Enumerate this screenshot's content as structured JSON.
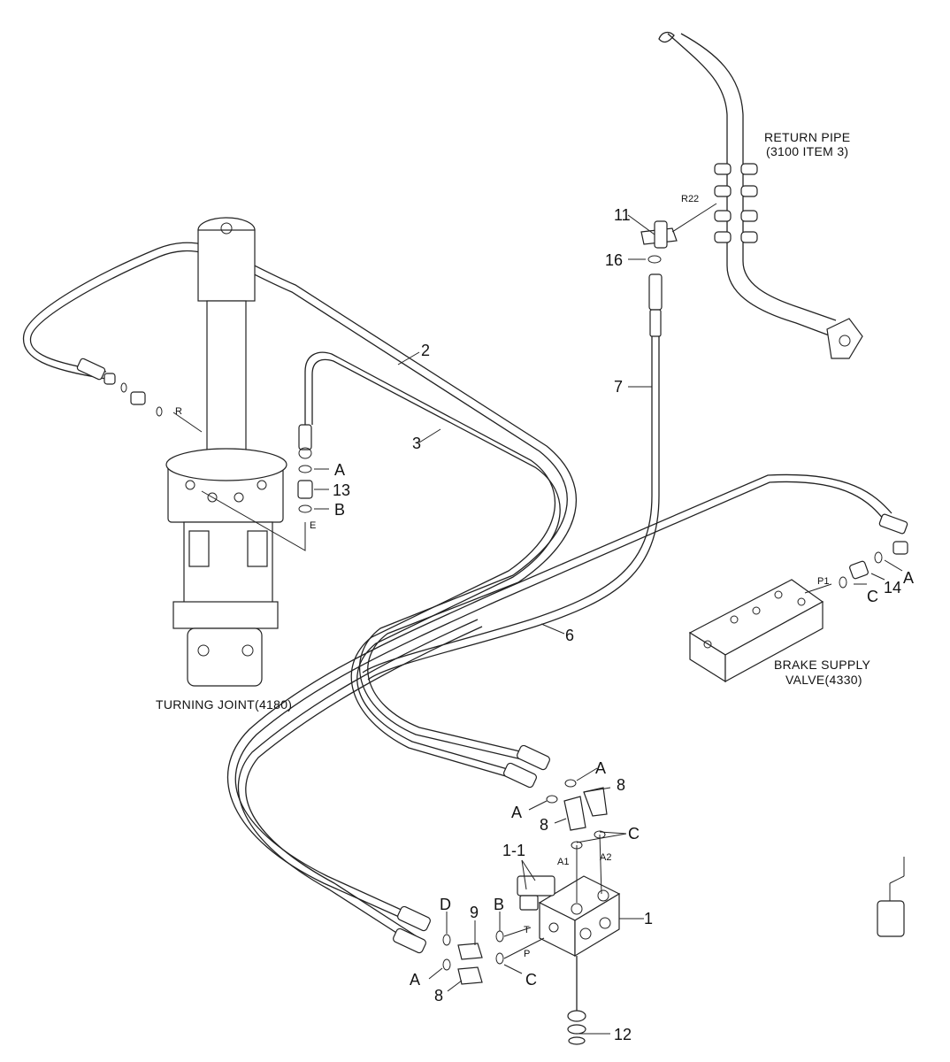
{
  "assembly_captions": {
    "return_pipe_line1": "RETURN PIPE",
    "return_pipe_line2": "(3100 ITEM 3)",
    "turning_joint": "TURNING JOINT(4180)",
    "brake_valve_line1": "BRAKE SUPPLY",
    "brake_valve_line2": "VALVE(4330)"
  },
  "callouts": {
    "item_1": "1",
    "item_1_1": "1-1",
    "item_2": "2",
    "item_3": "3",
    "item_6": "6",
    "item_7": "7",
    "item_8_top": "8",
    "item_8_mid": "8",
    "item_8_bottom": "8",
    "item_9": "9",
    "item_11": "11",
    "item_12": "12",
    "item_13": "13",
    "item_14": "14",
    "item_16": "16",
    "ring_a_joint": "A",
    "ring_b_joint": "B",
    "ring_a_brake": "A",
    "ring_c_brake": "C",
    "ring_a_upper": "A",
    "ring_a_mid": "A",
    "ring_c_block": "C",
    "ring_d": "D",
    "ring_b_block": "B",
    "ring_a_low": "A",
    "ring_c_low": "C"
  },
  "port_marks": {
    "r": "R",
    "e": "E",
    "r22": "R22",
    "p1": "P1",
    "a1": "A1",
    "a2": "A2",
    "t": "T",
    "p": "P"
  }
}
